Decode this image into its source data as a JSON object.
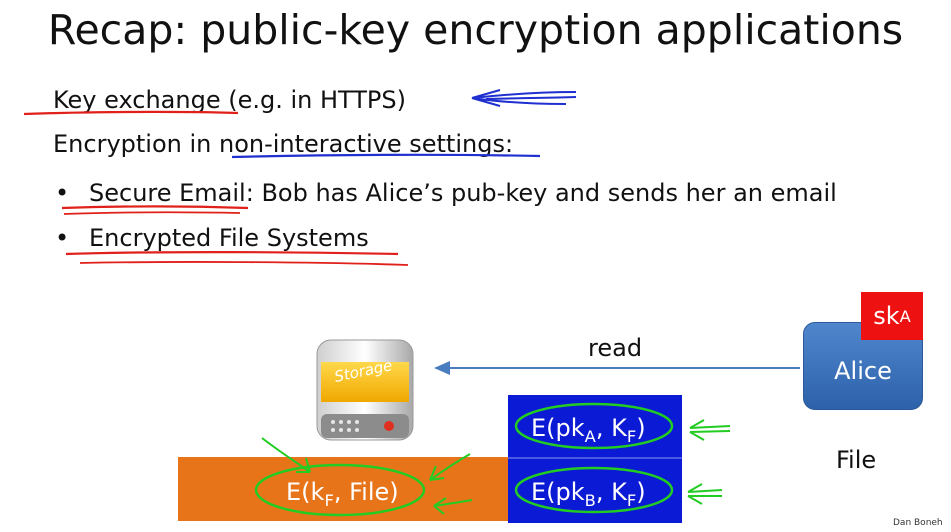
{
  "slide": {
    "title": "Recap:  public-key encryption applications",
    "line1": {
      "main": "Key exchange",
      "rest": " (e.g.  in HTTPS)"
    },
    "line2": {
      "prefix": "Encryption in ",
      "emph": "non-interactive settings",
      "suffix": ":"
    },
    "bullets": [
      {
        "label": "Secure Email",
        "rest": ":   Bob has Alice’s pub-key and sends her an email"
      },
      {
        "label": "Encrypted File Systems",
        "rest": ""
      }
    ],
    "bullet_char": "•"
  },
  "diagram": {
    "storage_label": "Storage",
    "read_label": "read",
    "file_label": "File",
    "alice_label": "Alice",
    "secret_key": {
      "base": "sk",
      "sub": "A"
    },
    "file_cipher": {
      "prefix": "E(k",
      "sub": "F",
      "suffix": ", File)"
    },
    "key_cipher_a": {
      "prefix": "E(pk",
      "sub1": "A",
      "mid": ",  K",
      "sub2": "F",
      "suffix": ")"
    },
    "key_cipher_b": {
      "prefix": "E(pk",
      "sub1": "B",
      "mid": ",  K",
      "sub2": "F",
      "suffix": ")"
    }
  },
  "credit": "Dan Boneh",
  "colors": {
    "orange": "#e8741a",
    "blue": "#0b1ad4",
    "red": "#ee1111",
    "annotation_red": "#e0201a",
    "annotation_blue": "#1f2fd0",
    "annotation_green": "#22cc22",
    "arrow_blue": "#4a7cc0"
  }
}
